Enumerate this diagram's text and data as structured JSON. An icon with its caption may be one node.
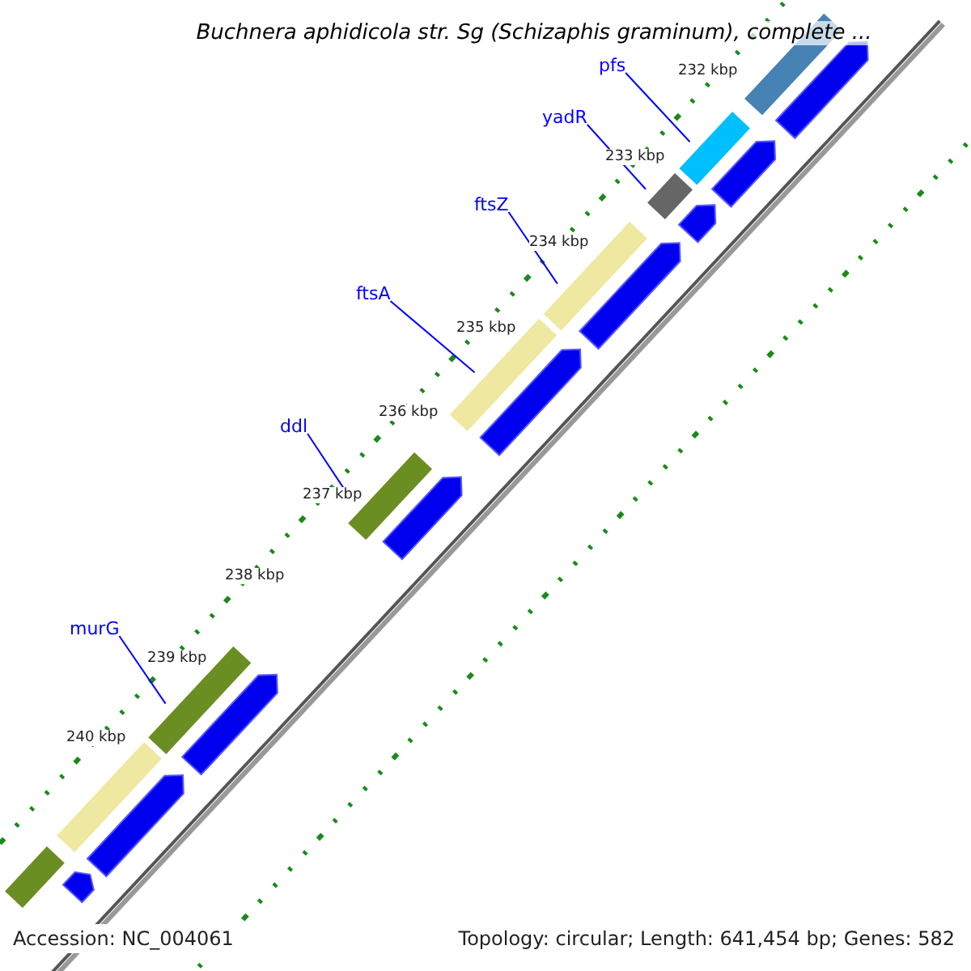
{
  "diagram": {
    "title": "Buchnera aphidicola str. Sg (Schizaphis graminum), complete ...",
    "nodes": [
      {
        "text": [
          "pfs"
        ]
      },
      {
        "text": [
          "yadR"
        ]
      },
      {
        "text": [
          "ftsZ"
        ]
      },
      {
        "text": [
          "ftsA"
        ]
      },
      {
        "text": [
          "ddl"
        ]
      },
      {
        "text": [
          "murG"
        ]
      },
      {
        "text": [],
        "shape": "bar"
      },
      {
        "text": [],
        "shape": "bar"
      },
      {
        "text": [],
        "shape": "bar"
      },
      {
        "text": [],
        "shape": "bar"
      },
      {
        "text": [],
        "shape": "bar"
      },
      {
        "text": [],
        "shape": "bar"
      },
      {
        "text": [],
        "shape": "bar"
      },
      {
        "text": [],
        "shape": "bar"
      },
      {
        "text": [],
        "shape": "bar"
      },
      {
        "text": [],
        "shape": "arrow"
      },
      {
        "text": [],
        "shape": "arrow"
      },
      {
        "text": [],
        "shape": "arrow"
      },
      {
        "text": [],
        "shape": "arrow"
      },
      {
        "text": [],
        "shape": "arrow"
      },
      {
        "text": [],
        "shape": "arrow"
      },
      {
        "text": [],
        "shape": "arrow"
      },
      {
        "text": [],
        "shape": "arrow"
      },
      {
        "text": [],
        "shape": "arrow"
      }
    ],
    "edges": [
      {
        "from": 0,
        "to": 6,
        "arrow": "none"
      },
      {
        "from": 1,
        "to": 7,
        "arrow": "none"
      },
      {
        "from": 2,
        "to": 8,
        "arrow": "none"
      },
      {
        "from": 3,
        "to": 9,
        "arrow": "none"
      },
      {
        "from": 4,
        "to": 10,
        "arrow": "none"
      },
      {
        "from": 5,
        "to": 11,
        "arrow": "none"
      }
    ],
    "labels": [
      "232 kbp",
      "233 kbp",
      "234 kbp",
      "235 kbp",
      "236 kbp",
      "237 kbp",
      "238 kbp",
      "239 kbp",
      "240 kbp",
      "Accession: NC_004061",
      "Topology: circular; Length: 641,454 bp; Genes: 582"
    ]
  }
}
